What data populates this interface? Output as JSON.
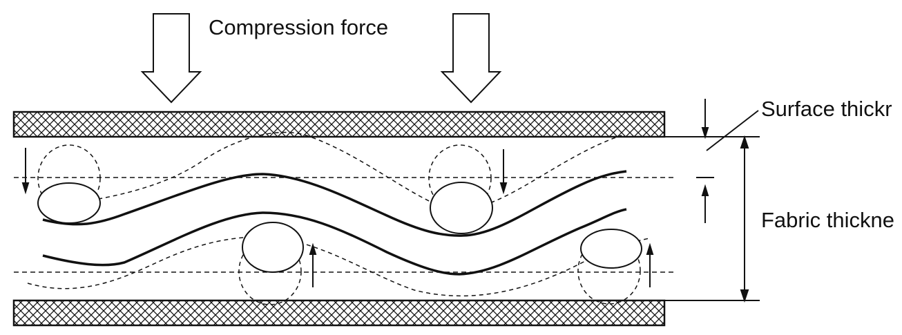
{
  "labels": {
    "compression_force": "Compression force",
    "surface_thickness": "Surface thickr",
    "fabric_thickness": "Fabric thickne"
  },
  "colors": {
    "line": "#111111",
    "background": "#ffffff"
  },
  "icons": [
    "down-arrow-icon",
    "up-arrow-icon",
    "double-headed-arrow-icon"
  ]
}
